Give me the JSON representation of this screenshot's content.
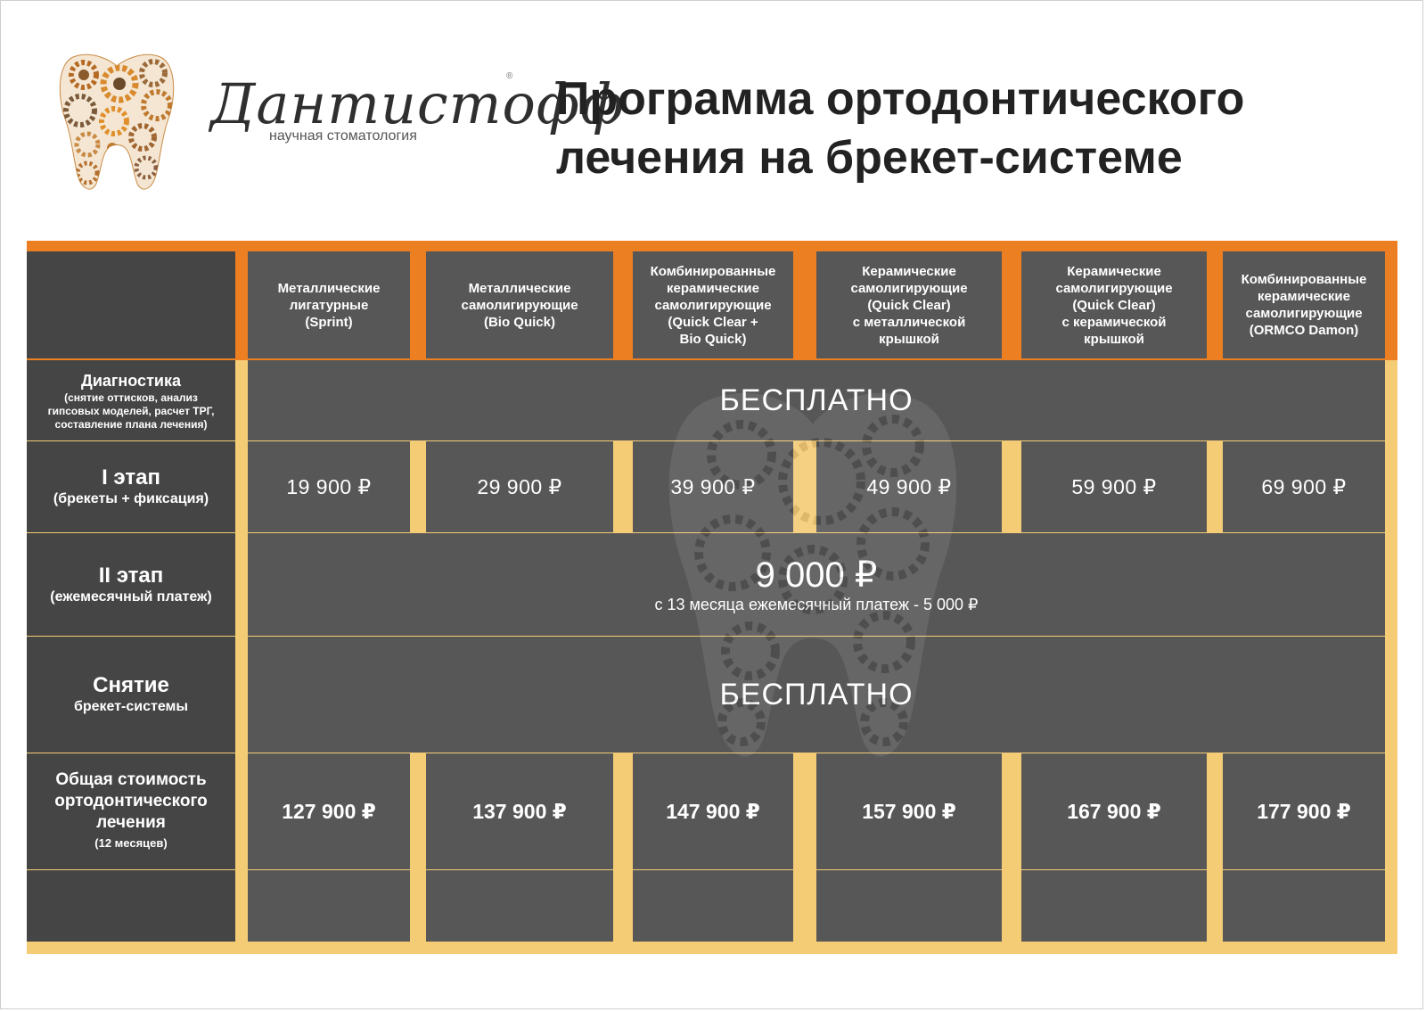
{
  "brand": {
    "name": "Дантистофф",
    "tagline": "научная стоматология",
    "registered_mark": "®"
  },
  "title": {
    "line1": "Программа ортодонтического",
    "line2": "лечения на брекет-системе"
  },
  "columns": [
    "Металлические лигатурные (Sprint)",
    "Металлические самолигирующие (Bio Quick)",
    "Комбинированные керамические самолигирующие (Quick Clear + Bio Quick)",
    "Керамические самолигирующие (Quick Clear) с металлической крышкой",
    "Керамические самолигирующие (Quick Clear) с керамической крышкой",
    "Комбинированные керамические самолигирующие (ORMCO Damon)"
  ],
  "column_lines": [
    [
      "Металлические",
      "лигатурные",
      "(Sprint)"
    ],
    [
      "Металлические",
      "самолигирующие",
      "(Bio Quick)"
    ],
    [
      "Комбинированные",
      "керамические",
      "самолигирующие",
      "(Quick Clear +",
      "Bio Quick)"
    ],
    [
      "Керамические",
      "самолигирующие",
      "(Quick Clear)",
      "с металлической",
      "крышкой"
    ],
    [
      "Керамические",
      "самолигирующие",
      "(Quick Clear)",
      "с керамической",
      "крышкой"
    ],
    [
      "Комбинированные",
      "керамические",
      "самолигирующие",
      "(ORMCO Damon)"
    ]
  ],
  "rows": {
    "diagnostics": {
      "title": "Диагностика",
      "detail_lines": [
        "(снятие оттисков, анализ",
        "гипсовых моделей,  расчет ТРГ,",
        "составление плана лечения)"
      ],
      "value": "БЕСПЛАТНО"
    },
    "stage1": {
      "title": "I этап",
      "subtitle": "(брекеты + фиксация)",
      "prices": [
        "19 900 ₽",
        "29 900 ₽",
        "39 900 ₽",
        "49 900 ₽",
        "59 900 ₽",
        "69 900 ₽"
      ]
    },
    "stage2": {
      "title": "II этап",
      "subtitle": "(ежемесячный платеж)",
      "value": "9 000 ₽",
      "note": "с 13 месяца ежемесячный платеж - 5 000 ₽"
    },
    "removal": {
      "title": "Снятие",
      "subtitle": "брекет-системы",
      "value": "БЕСПЛАТНО"
    },
    "total": {
      "title_lines": [
        "Общая стоимость",
        "ортодонтического",
        "лечения"
      ],
      "subtitle": "(12 месяцев)",
      "prices": [
        "127 900 ₽",
        "137 900 ₽",
        "147 900 ₽",
        "157 900 ₽",
        "167 900 ₽",
        "177 900 ₽"
      ]
    }
  },
  "colors": {
    "orange": "#ec7f22",
    "yellow": "#f5cc76",
    "cell_dark": "#575757",
    "left_dark": "#454545"
  },
  "icons": [
    "tooth-gears-logo",
    "tooth-watermark"
  ]
}
